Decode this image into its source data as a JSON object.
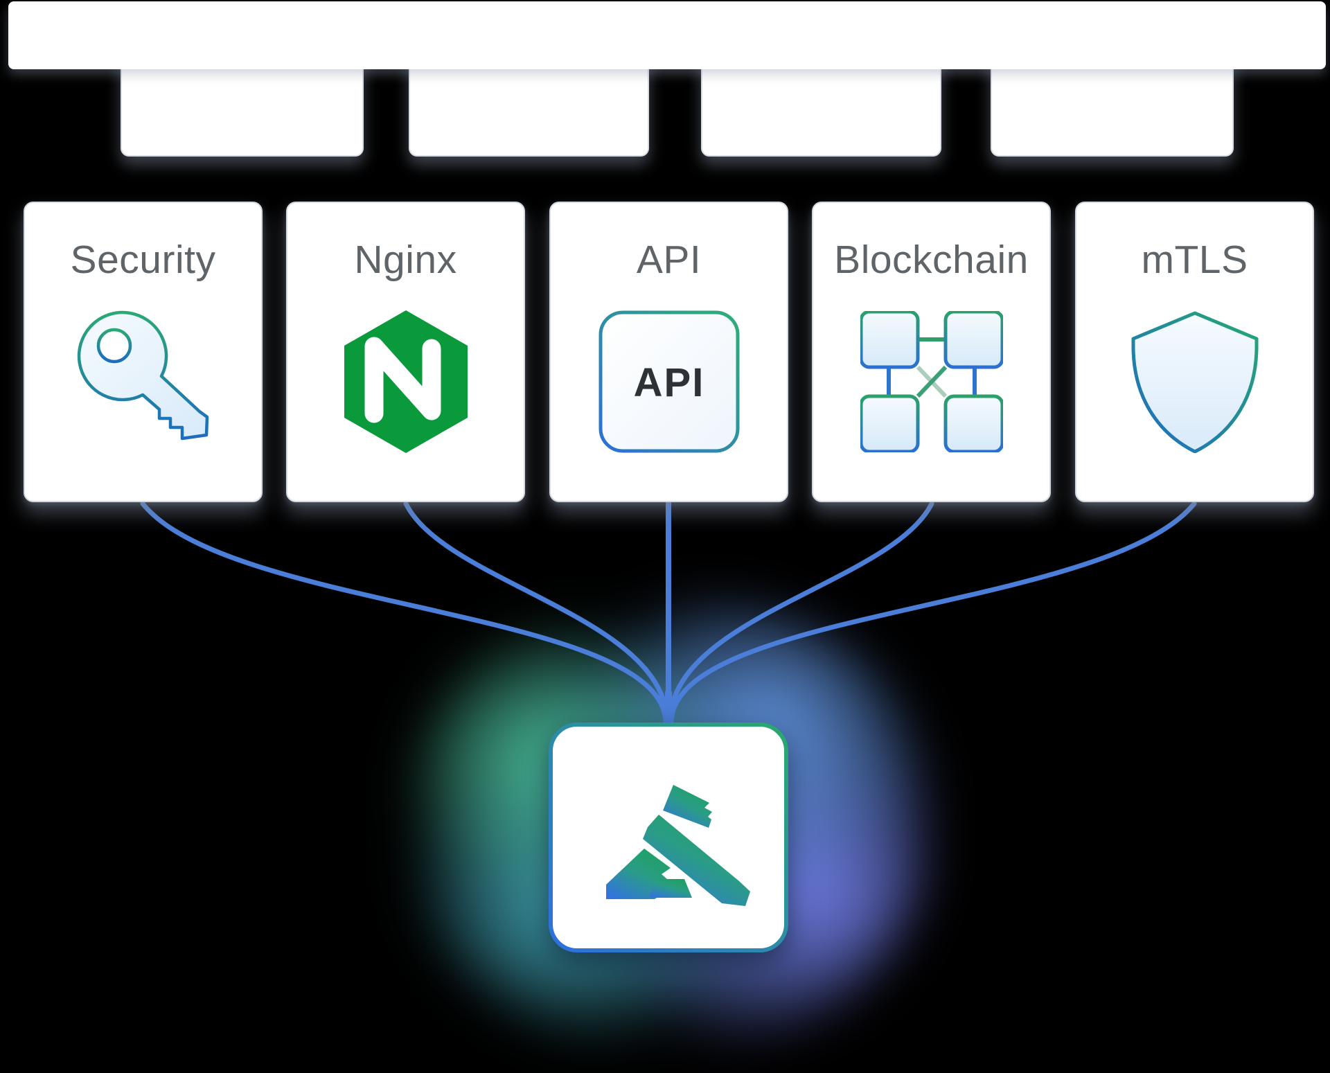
{
  "cards": [
    {
      "label": "Security",
      "icon": "key-icon"
    },
    {
      "label": "Nginx",
      "icon": "nginx-logo-icon"
    },
    {
      "label": "API",
      "icon": "api-box-icon",
      "icon_text": "API"
    },
    {
      "label": "Blockchain",
      "icon": "blockchain-icon"
    },
    {
      "label": "mTLS",
      "icon": "shield-icon"
    }
  ],
  "center": {
    "icon": "kong-gorilla-logo-icon"
  },
  "connectors": {
    "count": 5,
    "color": "#4b7ed8"
  },
  "colors": {
    "accent_green": "#2aa96d",
    "accent_blue": "#2e6fe0",
    "nginx_green": "#0a9a3c",
    "label_gray": "#5f6468",
    "card_border": "#d3d9e1"
  }
}
